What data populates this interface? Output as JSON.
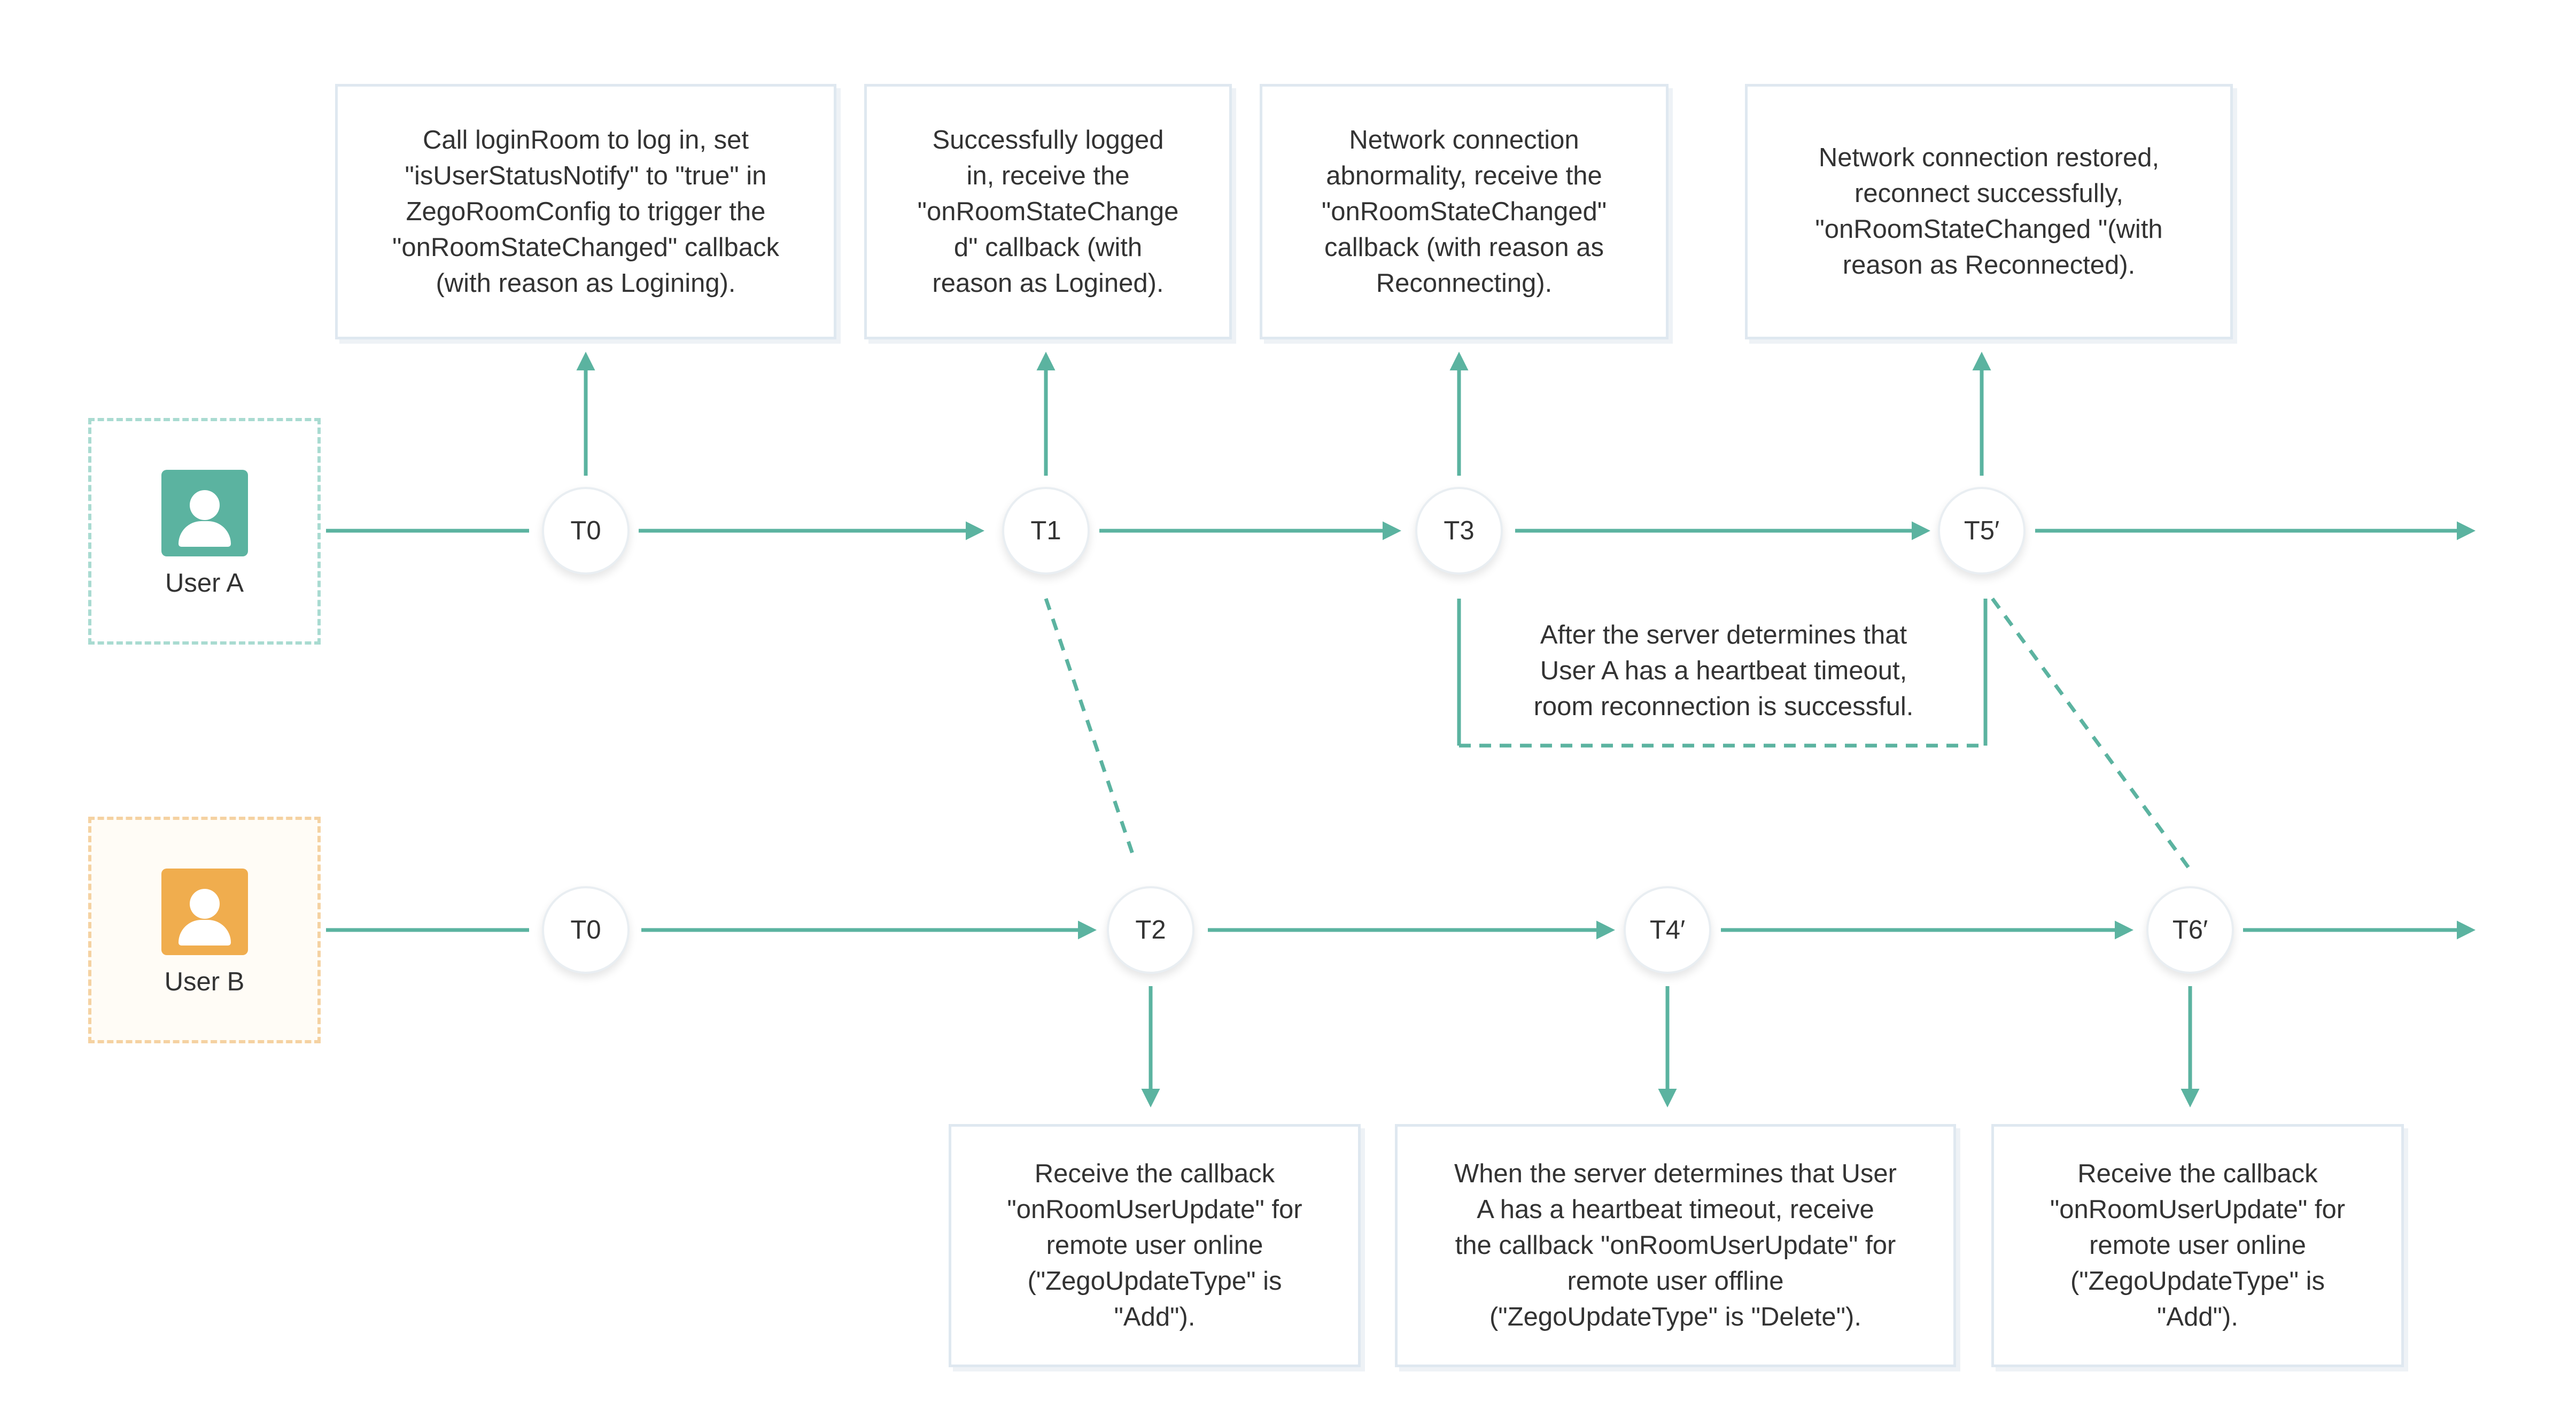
{
  "colors": {
    "accent": "#5bb3a0",
    "user_a": "#5bb3a0",
    "user_b": "#f0ad4e",
    "user_a_border": "#a9dbd1",
    "user_b_border": "#f5d2a2",
    "box_border": "#dfe8f0"
  },
  "users": {
    "a": {
      "label": "User A",
      "icon": "user-icon"
    },
    "b": {
      "label": "User B",
      "icon": "user-icon"
    }
  },
  "nodes": {
    "a_t0": "T0",
    "a_t1": "T1",
    "a_t3": "T3",
    "a_t5": "T5′",
    "b_t0": "T0",
    "b_t2": "T2",
    "b_t4": "T4′",
    "b_t6": "T6′"
  },
  "boxes": {
    "login": "Call loginRoom to log in, set\n\"isUserStatusNotify\" to \"true\" in\nZegoRoomConfig to trigger the\n\"onRoomStateChanged\" callback\n(with reason as Logining).",
    "logined": "Successfully logged\nin, receive the\n\"onRoomStateChange\nd\" callback (with\nreason as Logined).",
    "reconnecting": "Network connection\nabnormality, receive the\n\"onRoomStateChanged\"\ncallback (with reason as\nReconnecting).",
    "reconnected": "Network connection restored,\nreconnect successfully,\n\"onRoomStateChanged \"(with\nreason as Reconnected).",
    "b_online": "Receive the callback\n\"onRoomUserUpdate\" for\nremote user online\n(\"ZegoUpdateType\" is\n\"Add\").",
    "b_offline": "When the server determines that User\nA has a heartbeat timeout, receive\nthe callback \"onRoomUserUpdate\" for\nremote user offline\n(\"ZegoUpdateType\" is \"Delete\").",
    "b_online_again": "Receive the callback\n\"onRoomUserUpdate\" for\nremote user online\n(\"ZegoUpdateType\" is\n\"Add\")."
  },
  "notes": {
    "server": "After the server determines that\nUser A has a heartbeat timeout,\nroom reconnection is successful."
  }
}
